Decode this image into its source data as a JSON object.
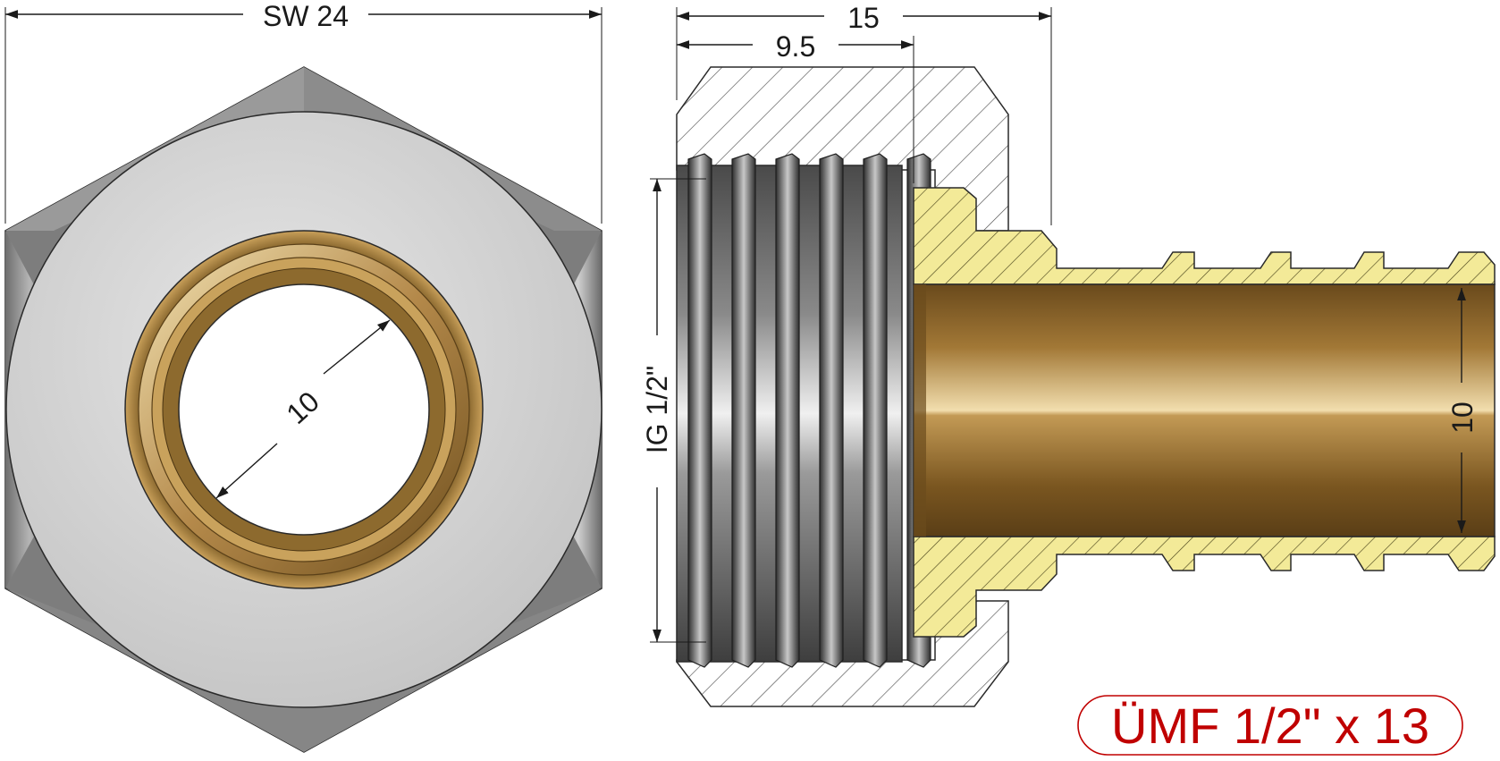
{
  "dimensions": {
    "wrench_size": "SW 24",
    "bore_front": "10",
    "overall_length": "15",
    "thread_depth": "9.5",
    "thread_spec": "IG 1/2\"",
    "bore_side": "10"
  },
  "title_badge": {
    "text": "ÜMF 1/2\" x 13",
    "color": "#c00000"
  },
  "colors": {
    "steel_light": "#d2d2d2",
    "steel_dark": "#7a7a7a",
    "brass_light": "#e8d08a",
    "brass_dark": "#8a6a2c",
    "section_brass": "#f3ea98",
    "hatch": "#505050"
  }
}
